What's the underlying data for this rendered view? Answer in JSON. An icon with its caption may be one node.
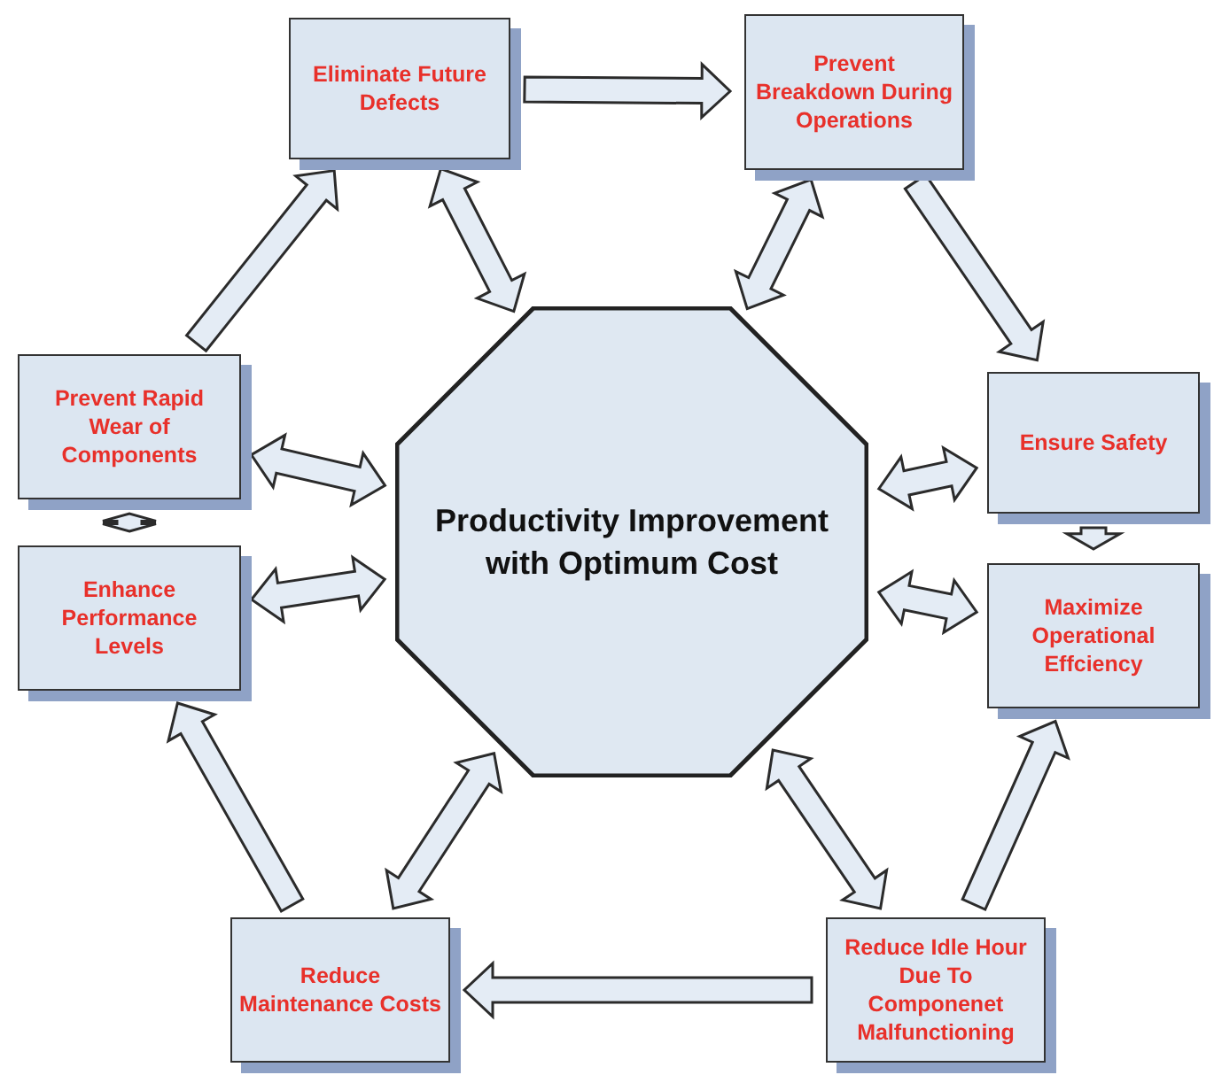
{
  "diagram": {
    "nodes": [
      {
        "text": [
          "Productivity Improvement with Optimum Cost"
        ]
      },
      {
        "text": [
          "Eliminate Future Defects"
        ]
      },
      {
        "text": [
          "Prevent Breakdown During Operations"
        ]
      },
      {
        "text": [
          "Ensure Safety"
        ]
      },
      {
        "text": [
          "Maximize Operational Effciency"
        ]
      },
      {
        "text": [
          "Reduce Idle Hour Due To Componenet Malfunctioning"
        ]
      },
      {
        "text": [
          "Reduce Maintenance Costs"
        ]
      },
      {
        "text": [
          "Enhance Performance Levels"
        ]
      },
      {
        "text": [
          "Prevent Rapid Wear of Components"
        ]
      }
    ],
    "edges": [
      {
        "from": 1,
        "to": 2,
        "arrow": "to"
      },
      {
        "from": 2,
        "to": 3,
        "arrow": "to"
      },
      {
        "from": 3,
        "to": 4,
        "arrow": "to"
      },
      {
        "from": 5,
        "to": 4,
        "arrow": "to"
      },
      {
        "from": 5,
        "to": 6,
        "arrow": "to"
      },
      {
        "from": 6,
        "to": 7,
        "arrow": "to"
      },
      {
        "from": 7,
        "to": 8,
        "arrow": "both"
      },
      {
        "from": 8,
        "to": 1,
        "arrow": "to"
      },
      {
        "from": 0,
        "to": 1,
        "arrow": "both"
      },
      {
        "from": 0,
        "to": 2,
        "arrow": "both"
      },
      {
        "from": 0,
        "to": 3,
        "arrow": "both"
      },
      {
        "from": 0,
        "to": 4,
        "arrow": "both"
      },
      {
        "from": 0,
        "to": 5,
        "arrow": "both"
      },
      {
        "from": 0,
        "to": 6,
        "arrow": "both"
      },
      {
        "from": 0,
        "to": 7,
        "arrow": "both"
      },
      {
        "from": 0,
        "to": 8,
        "arrow": "both"
      }
    ]
  }
}
